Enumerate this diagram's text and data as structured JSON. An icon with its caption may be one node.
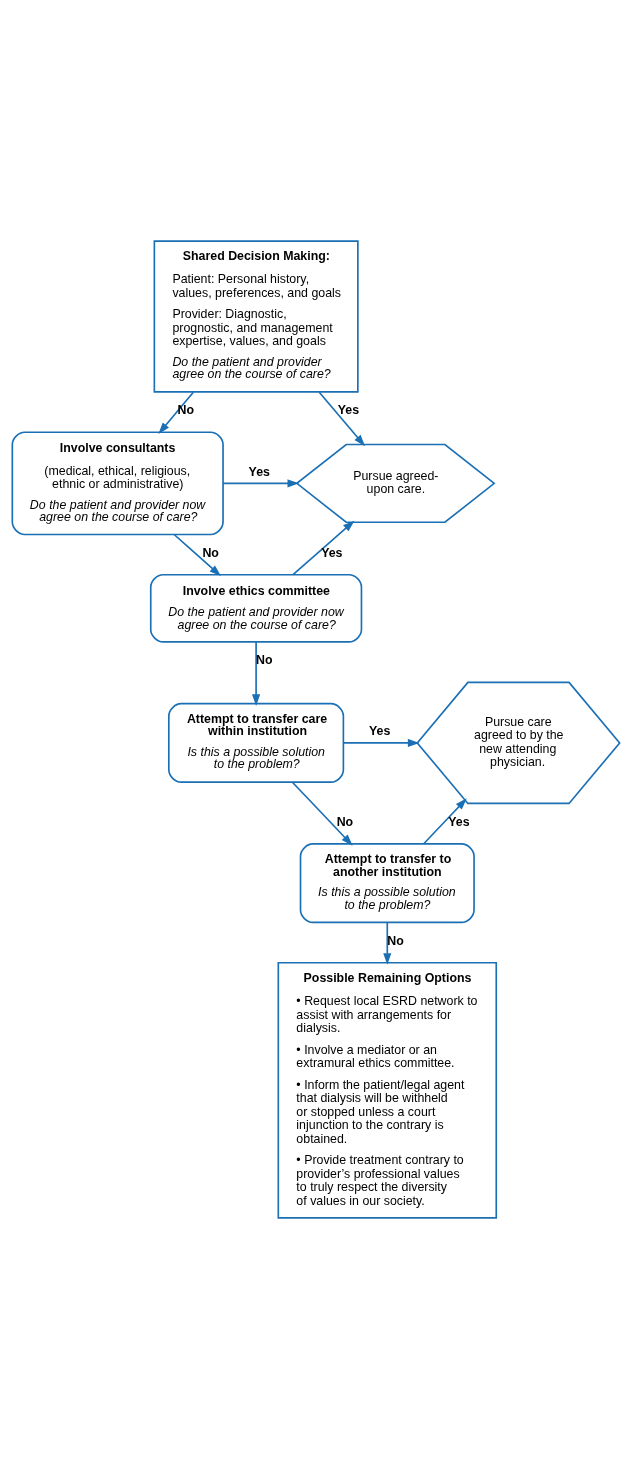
{
  "diagram": {
    "nodes": [
      {
        "text": [
          "Shared Decision Making:",
          "Patient: Personal history, values, preferences, and goals",
          "Provider: Diagnostic, prognostic, and management expertise, values, and goals",
          "Do the patient and provider agree on the course of care?"
        ]
      },
      {
        "text": [
          "Pursue agreed-upon care."
        ]
      },
      {
        "text": [
          "Involve consultants",
          "(medical, ethical, religious, ethnic or administrative)",
          "Do the patient and provider now agree on the course of care?"
        ]
      },
      {
        "text": [
          "Involve ethics committee",
          "Do the patient and provider now agree on the course of care?"
        ]
      },
      {
        "text": [
          "Attempt to transfer care within institution",
          "Is this a possible solution to the problem?"
        ]
      },
      {
        "text": [
          "Pursue care agreed to by the new attending physician."
        ]
      },
      {
        "text": [
          "Attempt to transfer to another institution",
          "Is this a possible solution to the problem?"
        ]
      },
      {
        "text": [
          "Possible Remaining Options",
          "• Request local ESRD network to assist with arrangements for dialysis.",
          "• Involve a mediator or an extramural ethics committee.",
          "• Inform the patient/legal agent that dialysis will be withheld or stopped unless a court injunction to the contrary is obtained.",
          "• Provide treatment contrary to provider’s professional values to truly respect the diversity of values in our society."
        ]
      }
    ],
    "edges": [
      {
        "from": 0,
        "to": 1,
        "arrow": "to",
        "label": "Yes"
      },
      {
        "from": 0,
        "to": 2,
        "arrow": "to",
        "label": "No"
      },
      {
        "from": 2,
        "to": 1,
        "arrow": "to",
        "label": "Yes"
      },
      {
        "from": 2,
        "to": 3,
        "arrow": "to",
        "label": "No"
      },
      {
        "from": 3,
        "to": 1,
        "arrow": "to",
        "label": "Yes"
      },
      {
        "from": 3,
        "to": 4,
        "arrow": "to",
        "label": "No"
      },
      {
        "from": 4,
        "to": 5,
        "arrow": "to",
        "label": "Yes"
      },
      {
        "from": 4,
        "to": 6,
        "arrow": "to",
        "label": "No"
      },
      {
        "from": 6,
        "to": 5,
        "arrow": "to",
        "label": "Yes"
      },
      {
        "from": 6,
        "to": 7,
        "arrow": "to",
        "label": "No"
      }
    ]
  }
}
